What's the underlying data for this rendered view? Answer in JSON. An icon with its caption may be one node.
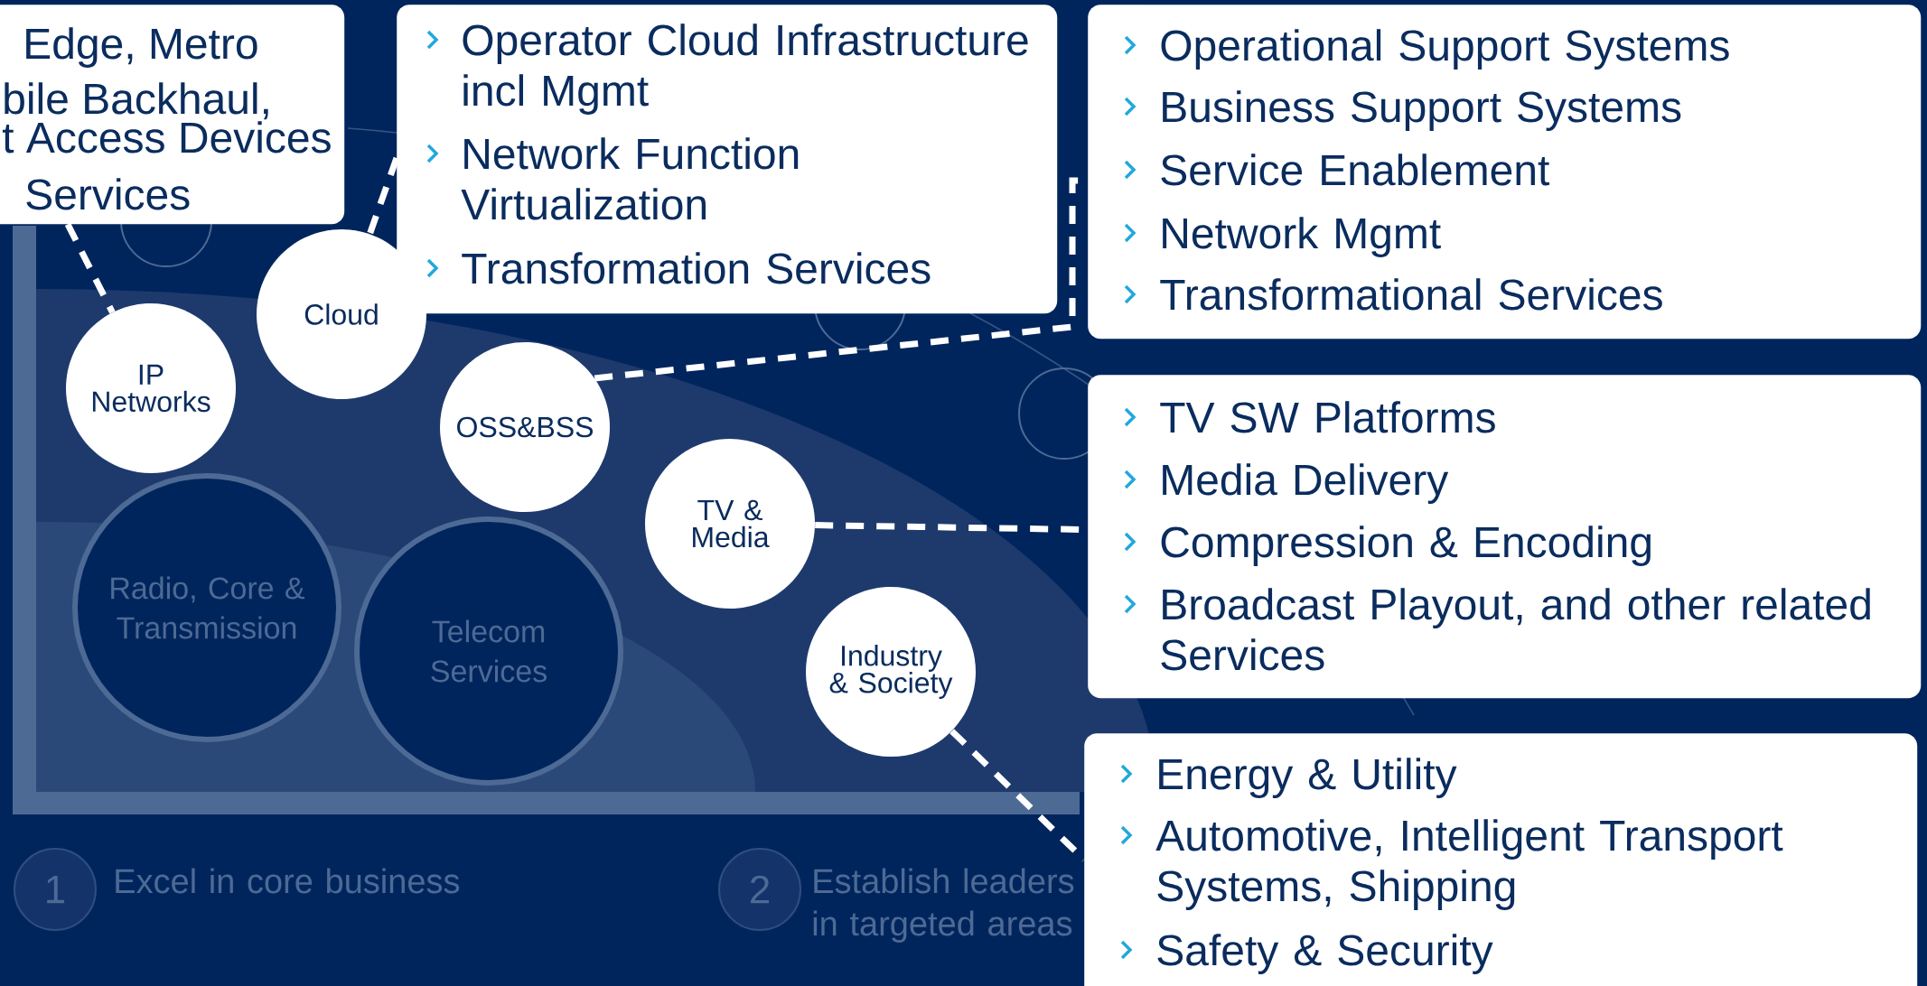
{
  "diagram": {
    "nodes": [
      {
        "text": [
          "Edge, Metro",
          "bile Backhaul,",
          "t Access Devices",
          "Services"
        ]
      },
      {
        "text": [
          "Operator Cloud Infrastructure incl Mgmt",
          "Network Function Virtualization",
          "Transformation Services"
        ]
      },
      {
        "text": [
          "Operational Support Systems",
          "Business Support Systems",
          "Service Enablement",
          "Network Mgmt",
          "Transformational Services"
        ]
      },
      {
        "text": [
          "IP Networks"
        ]
      },
      {
        "text": [
          "Cloud"
        ]
      },
      {
        "text": [
          "OSS&BSS"
        ]
      },
      {
        "text": [
          "TV SW Platforms",
          "Media Delivery",
          "Compression & Encoding",
          "Broadcast Playout, and other related Services"
        ]
      },
      {
        "text": [
          "TV & Media"
        ]
      },
      {
        "text": [
          "Radio, Core & Transmission"
        ]
      },
      {
        "text": [
          "Telecom Services"
        ]
      },
      {
        "text": [
          "Industry & Society"
        ]
      },
      {
        "text": [
          "Energy & Utility",
          "Automotive, Intelligent Transport Systems, Shipping",
          "Safety & Security"
        ]
      },
      {
        "text": [
          "1"
        ],
        "beside": [
          "Excel in core business"
        ]
      },
      {
        "text": [
          "2"
        ],
        "beside": [
          "Establish leaders in targeted areas"
        ]
      }
    ],
    "edges": [
      {
        "from": 0,
        "to": 3,
        "arrow": "none",
        "style": "dashed"
      },
      {
        "from": 1,
        "to": 4,
        "arrow": "none",
        "style": "dashed"
      },
      {
        "from": 5,
        "to": 2,
        "arrow": "none",
        "style": "dashed"
      },
      {
        "from": 7,
        "to": 6,
        "arrow": "none",
        "style": "dashed"
      },
      {
        "from": 10,
        "to": 11,
        "arrow": "none",
        "style": "dashed"
      }
    ]
  }
}
